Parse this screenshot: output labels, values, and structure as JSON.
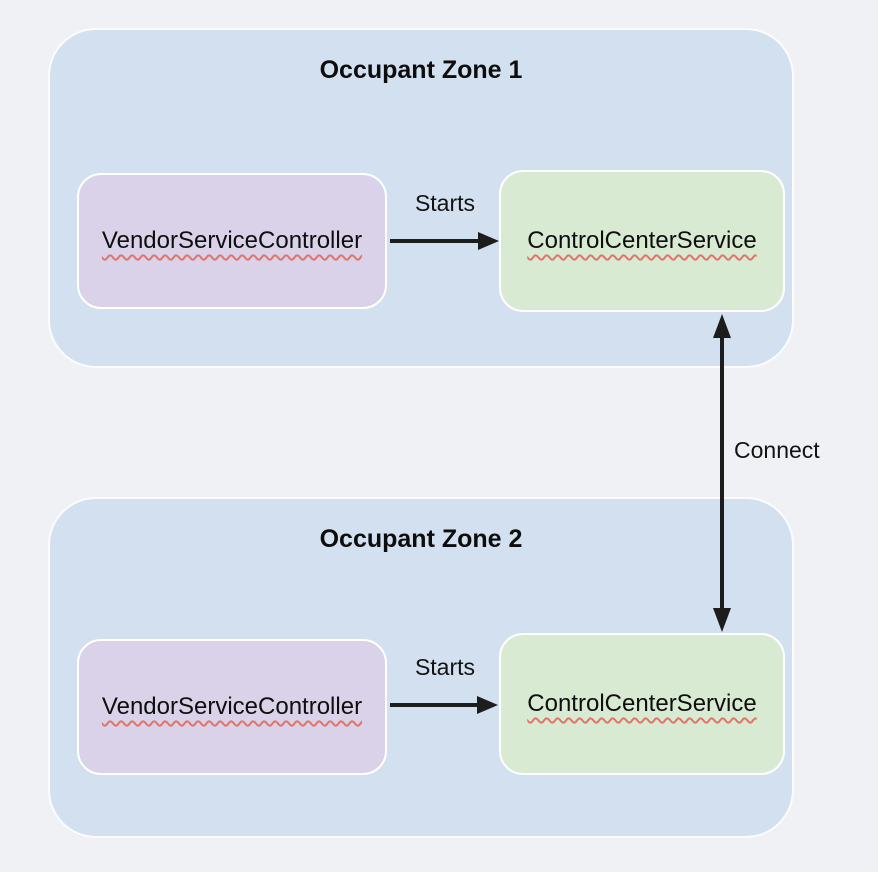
{
  "colors": {
    "page_bg": "#eff1f4",
    "zone_fill": "#d3e0f0",
    "zone_border": "#fbfcfe",
    "vendor_box_fill": "#d9d2e9",
    "control_box_fill": "#d9ead3",
    "box_border": "#ffffff",
    "arrow": "#1d1d1d",
    "spellcheck_underline": "#e0756a",
    "text": "#0e0e0e"
  },
  "zones": [
    {
      "title": "Occupant Zone 1",
      "vendor_box": "VendorServiceController",
      "control_box": "ControlCenterService",
      "starts_label": "Starts"
    },
    {
      "title": "Occupant Zone 2",
      "vendor_box": "VendorServiceController",
      "control_box": "ControlCenterService",
      "starts_label": "Starts"
    }
  ],
  "connect_label": "Connect",
  "diagram": {
    "type": "architecture-diagram",
    "relationships": [
      "Occupant Zone 1: VendorServiceController -Starts-> ControlCenterService",
      "Occupant Zone 2: VendorServiceController -Starts-> ControlCenterService",
      "Zone 1 ControlCenterService <-Connect-> Zone 2 ControlCenterService"
    ]
  }
}
